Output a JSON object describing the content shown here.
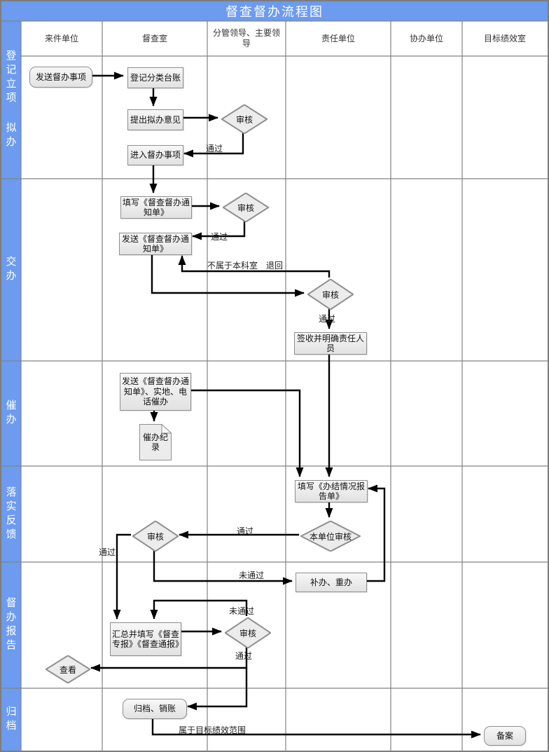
{
  "title": "督查督办流程图",
  "header": {
    "col1": "来件单位",
    "col2": "督查室",
    "col3": "分管领导、主要领导",
    "col4": "责任单位",
    "col5": "协办单位",
    "col6": "目标绩效室"
  },
  "sidebar": {
    "row1": "登记立项 拟办",
    "row2": "交办",
    "row3": "催办",
    "row4": "落实反馈",
    "row5": "督办报告",
    "row6": "归档"
  },
  "nodes": {
    "send_item": "发送督办事项",
    "register": "登记分类台账",
    "propose": "提出拟办意见",
    "review1": "审核",
    "enter": "进入督办事项",
    "fill_notice": "填写《督查督办通知单》",
    "review2": "审核",
    "send_notice": "发送《督查督办通知单》",
    "review3": "审核",
    "sign": "签收并明确责任人员",
    "urge": "发送《督查督办通知单》、实地、电话催办",
    "urge_record": "催办纪录",
    "fill_report": "填写《办结情况报告单》",
    "unit_review": "本单位审核",
    "review4": "审核",
    "redo": "补办、重办",
    "summarize": "汇总并填写《督查专报》《督查通报》",
    "review5": "审核",
    "view": "查看",
    "archive": "归档、销账",
    "filing": "备案"
  },
  "edge_labels": {
    "pass": "通过",
    "fail": "未通过",
    "return_note": "不属于本科室　退回",
    "scope_note": "属于目标绩效范围"
  },
  "colors": {
    "accent": "#6c9bf0",
    "grid": "#828282",
    "node_fill": "#ececec",
    "node_border": "#8f8f8f",
    "arrow": "#000000"
  }
}
